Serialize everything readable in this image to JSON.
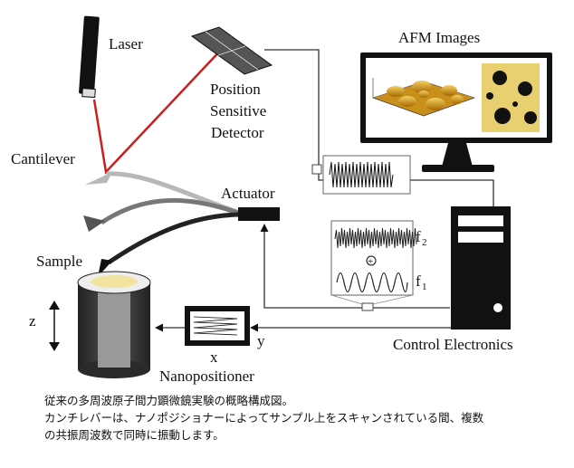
{
  "labels": {
    "laser": "Laser",
    "psd_line1": "Position",
    "psd_line2": "Sensitive",
    "psd_line3": "Detector",
    "afm_images": "AFM Images",
    "cantilever": "Cantilever",
    "actuator": "Actuator",
    "sample": "Sample",
    "control_electronics": "Control Electronics",
    "nanopositioner": "Nanopositioner",
    "axis_x": "x",
    "axis_y": "y",
    "axis_z": "z",
    "f2": "f",
    "f2_sub": "2",
    "f1": "f",
    "f1_sub": "1",
    "sum_symbol": "+"
  },
  "caption": {
    "line1": "従来の多周波原子間力顕微鏡実験の概略構成図。",
    "line2": "カンチレバーは、ナノポジショナーによってサンプル上をスキャンされている間、複数",
    "line3": "の共振周波数で同時に振動します。"
  },
  "colors": {
    "laser_beam": "#c82020",
    "afm_surface": "#d8a020",
    "afm_background": "#e8d070",
    "cantilever_light": "#b8b8b8",
    "cantilever_dark": "#333333"
  }
}
